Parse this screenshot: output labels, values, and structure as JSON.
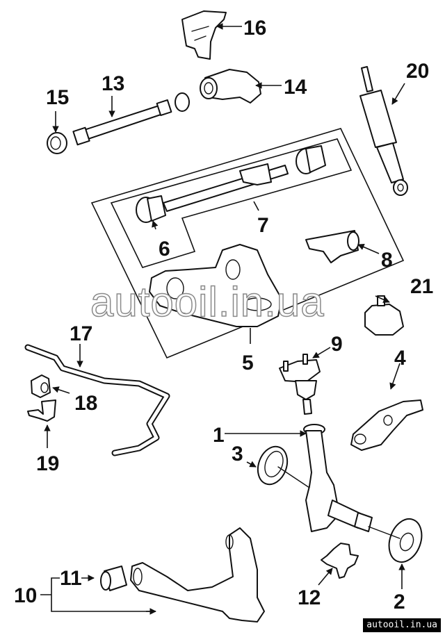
{
  "diagram": {
    "title": "Front suspension parts diagram",
    "callouts": [
      {
        "id": "1",
        "label": "1",
        "part": "steering-knuckle"
      },
      {
        "id": "2",
        "label": "2",
        "part": "hub-dust-shield"
      },
      {
        "id": "3",
        "label": "3",
        "part": "knuckle-seal"
      },
      {
        "id": "4",
        "label": "4",
        "part": "steering-arm"
      },
      {
        "id": "5",
        "label": "5",
        "part": "upper-control-arm"
      },
      {
        "id": "6",
        "label": "6",
        "part": "upper-arm-bushing"
      },
      {
        "id": "7",
        "label": "7",
        "part": "upper-arm-shaft-kit"
      },
      {
        "id": "8",
        "label": "8",
        "part": "bracket"
      },
      {
        "id": "9",
        "label": "9",
        "part": "upper-ball-joint"
      },
      {
        "id": "10",
        "label": "10",
        "part": "lower-control-arm"
      },
      {
        "id": "11",
        "label": "11",
        "part": "lower-arm-bushing"
      },
      {
        "id": "12",
        "label": "12",
        "part": "lower-ball-joint"
      },
      {
        "id": "13",
        "label": "13",
        "part": "torsion-bar"
      },
      {
        "id": "14",
        "label": "14",
        "part": "torsion-bar-anchor"
      },
      {
        "id": "15",
        "label": "15",
        "part": "torsion-bar-seat"
      },
      {
        "id": "16",
        "label": "16",
        "part": "anchor-bracket"
      },
      {
        "id": "17",
        "label": "17",
        "part": "stabilizer-bar"
      },
      {
        "id": "18",
        "label": "18",
        "part": "stabilizer-bushing"
      },
      {
        "id": "19",
        "label": "19",
        "part": "stabilizer-bracket"
      },
      {
        "id": "20",
        "label": "20",
        "part": "shock-absorber"
      },
      {
        "id": "21",
        "label": "21",
        "part": "bump-stop"
      }
    ]
  },
  "watermark": {
    "text": "autooil.in.ua",
    "badge_text": "autooil.in.ua"
  },
  "colors": {
    "ink": "#111111",
    "background": "#ffffff",
    "badge_bg": "#000000",
    "watermark_outline": "#8a8a8a"
  }
}
